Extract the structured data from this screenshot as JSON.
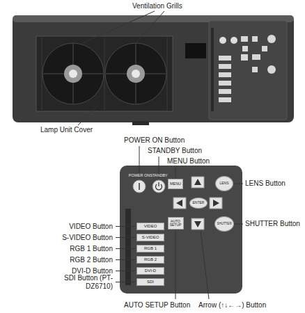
{
  "diagram": {
    "nodes": [
      {
        "text": [
          "MENU"
        ]
      },
      {
        "text": [
          "LENS"
        ]
      },
      {
        "text": [
          "ENTER"
        ]
      },
      {
        "text": [
          "AUTO SETUP"
        ]
      },
      {
        "text": [
          "SHUTTER"
        ]
      },
      {
        "text": [
          "VIDEO"
        ]
      },
      {
        "text": [
          "S-VIDEO"
        ]
      },
      {
        "text": [
          "RGB 1"
        ]
      },
      {
        "text": [
          "RGB 2"
        ]
      },
      {
        "text": [
          "DVI-D"
        ]
      },
      {
        "text": [
          "SDI"
        ]
      }
    ],
    "labels": [
      "Ventilation Grills",
      "Lamp Unit Cover",
      "POWER ON Button",
      "STANDBY Button",
      "MENU Button",
      "VIDEO Button",
      "S-VIDEO Button",
      "RGB 1 Button",
      "RGB 2 Button",
      "DVI-D Button",
      "SDI Button (PT-DZ6710)",
      "LENS Button",
      "SHUTTER Button",
      "AUTO SETUP Button",
      "Arrow (↑↓←→) Button",
      "POWER ON",
      "STANDBY"
    ]
  }
}
